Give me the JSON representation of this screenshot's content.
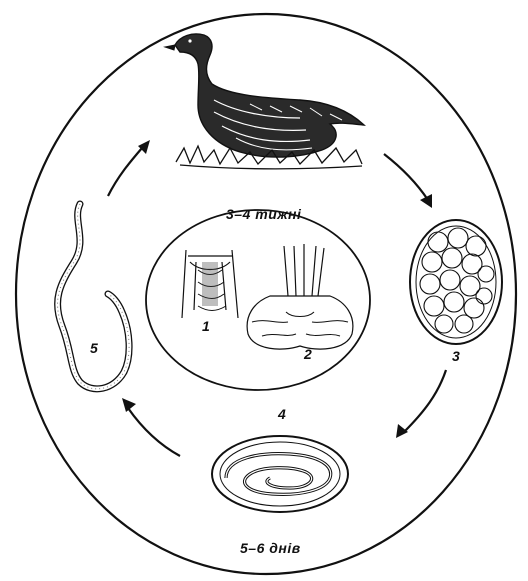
{
  "durations": {
    "host_stage": "3–4 тижні",
    "egg_stage": "5–6 днів"
  },
  "stage_labels": [
    "1",
    "2",
    "3",
    "4",
    "5"
  ],
  "colors": {
    "ink": "#111111",
    "paper": "#ffffff"
  }
}
